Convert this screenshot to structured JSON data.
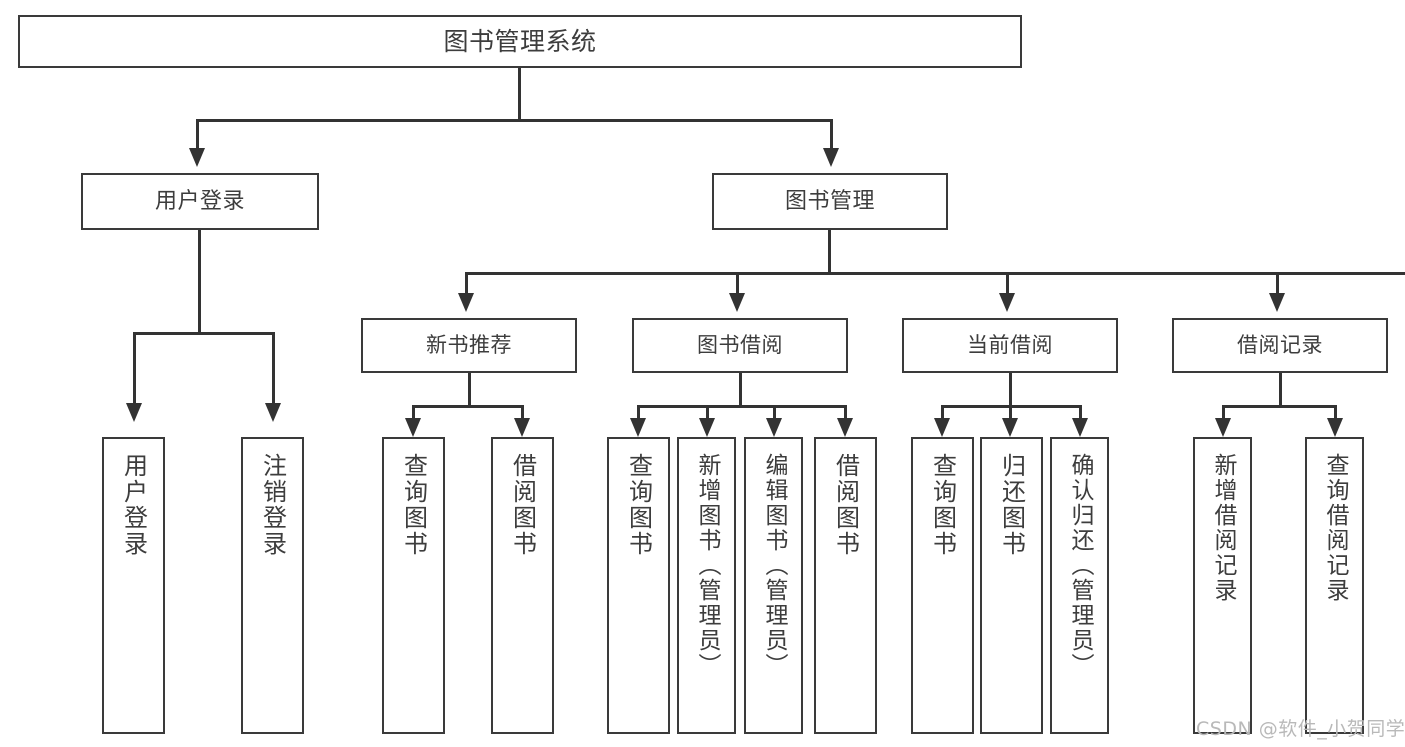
{
  "diagram": {
    "type": "tree-hierarchy",
    "title": "图书管理系统",
    "orientation": "top-down",
    "levels": 4
  },
  "root": {
    "label": "图书管理系统"
  },
  "level1": [
    {
      "id": "user-login",
      "label": "用户登录"
    },
    {
      "id": "book-manage",
      "label": "图书管理"
    }
  ],
  "level2": [
    {
      "id": "new-book-recommend",
      "label": "新书推荐"
    },
    {
      "id": "book-borrow",
      "label": "图书借阅"
    },
    {
      "id": "current-borrow",
      "label": "当前借阅"
    },
    {
      "id": "borrow-record",
      "label": "借阅记录"
    }
  ],
  "leaves": {
    "user_login": [
      {
        "id": "leaf-user-login",
        "label": "用户登录"
      },
      {
        "id": "leaf-logout-login",
        "label": "注销登录"
      }
    ],
    "new_book_recommend": [
      {
        "id": "leaf-query-book-1",
        "label": "查询图书"
      },
      {
        "id": "leaf-borrow-book-1",
        "label": "借阅图书"
      }
    ],
    "book_borrow": [
      {
        "id": "leaf-query-book-2",
        "label": "查询图书"
      },
      {
        "id": "leaf-add-book-admin",
        "label": "新增图书（管理员）"
      },
      {
        "id": "leaf-edit-book-admin",
        "label": "编辑图书（管理员）"
      },
      {
        "id": "leaf-borrow-book-2",
        "label": "借阅图书"
      }
    ],
    "current_borrow": [
      {
        "id": "leaf-query-book-3",
        "label": "查询图书"
      },
      {
        "id": "leaf-return-book",
        "label": "归还图书"
      },
      {
        "id": "leaf-confirm-return-admin",
        "label": "确认归还（管理员）"
      }
    ],
    "borrow_record": [
      {
        "id": "leaf-add-borrow-record",
        "label": "新增借阅记录"
      },
      {
        "id": "leaf-query-borrow-record",
        "label": "查询借阅记录"
      }
    ]
  },
  "watermark": {
    "text": "CSDN @软件_小贺同学"
  },
  "colors": {
    "box_border": "#3a3a3a",
    "connector": "#333333",
    "text": "#3d3d3d",
    "background": "#ffffff",
    "watermark": "#b9b9b9"
  }
}
